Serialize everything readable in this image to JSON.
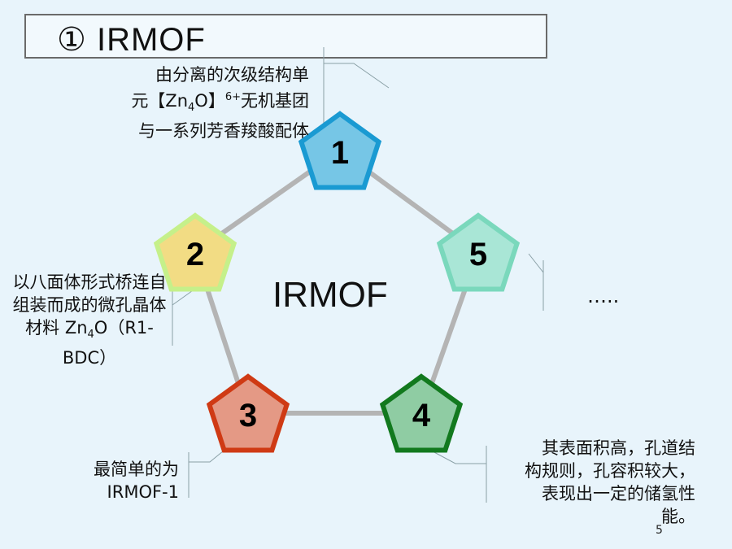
{
  "title": "① IRMOF",
  "center_label": "IRMOF",
  "nodes": [
    {
      "id": "1",
      "label": "1",
      "fill": "#76c6e6",
      "stroke": "#1a9ad2"
    },
    {
      "id": "2",
      "label": "2",
      "fill": "#f2dc84",
      "stroke": "#c5f08a"
    },
    {
      "id": "3",
      "label": "3",
      "fill": "#e49985",
      "stroke": "#cf3a14"
    },
    {
      "id": "4",
      "label": "4",
      "fill": "#8fcca3",
      "stroke": "#12791e"
    },
    {
      "id": "5",
      "label": "5",
      "fill": "#a9e6d6",
      "stroke": "#7ad8bc"
    }
  ],
  "notes": {
    "n1": {
      "line1": "由分离的次级结构单",
      "line2_pre": "元【Zn",
      "line2_sub": "4",
      "line2_mid": "O】",
      "line2_sup": "6+",
      "line2_post": "无机基团",
      "line3": "与一系列芳香羧酸配体"
    },
    "n2": {
      "line1": "以八面体形式桥连自",
      "line2": "组装而成的微孔晶体",
      "line3_pre": "材料 Zn",
      "line3_sub": "4",
      "line3_post": "O（R1-",
      "line4": "BDC）"
    },
    "n3": {
      "line1": "最简单的为",
      "line2": "IRMOF-1"
    },
    "n4": {
      "line1": "其表面积高，孔道结",
      "line2": "构规则，孔容积较大，",
      "line3": "表现出一定的储氢性",
      "line4": "能。"
    },
    "n5": {
      "text": "….."
    }
  },
  "page_number": "5",
  "colors": {
    "connector": "#b4b4b4",
    "background": "#e8f4fb"
  }
}
